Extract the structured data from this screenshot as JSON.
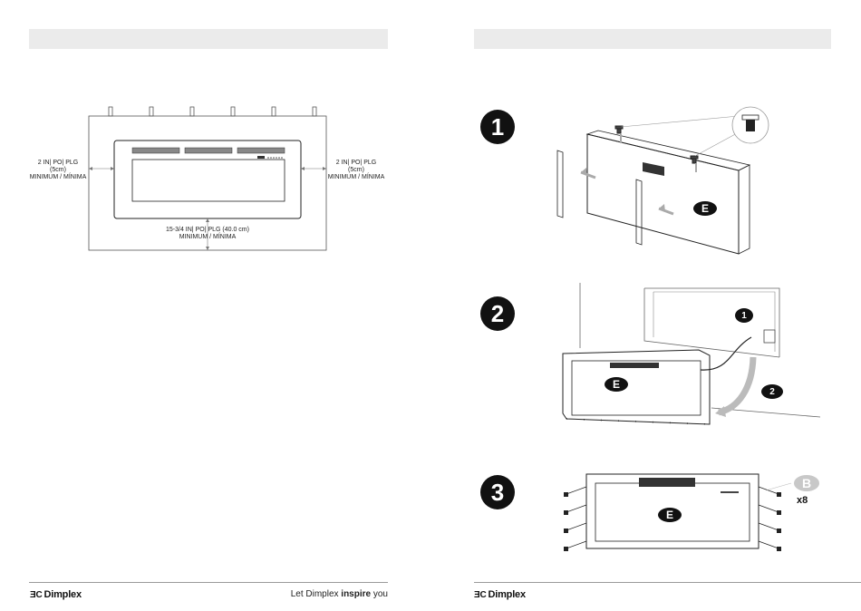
{
  "left_page": {
    "clearance": {
      "left": {
        "line1": "2 IN| PO| PLG",
        "line2": "(5cm)",
        "line3": "MINIMUM / MÍNIMA"
      },
      "right": {
        "line1": "2 IN| PO| PLG",
        "line2": "(5cm)",
        "line3": "MINIMUM / MÍNIMA"
      },
      "bottom": {
        "line1": "15-3/4 IN| PO| PLG (40.0 cm)",
        "line2": "MINIMUM / MÍNIMA"
      }
    },
    "footer": {
      "brand_mark": "ƎC",
      "brand_name": "Dimplex",
      "tagline_pre": "Let Dimplex ",
      "tagline_bold": "inspire",
      "tagline_post": " you"
    }
  },
  "right_page": {
    "steps": [
      {
        "number": "1",
        "part_label": "E"
      },
      {
        "number": "2",
        "part_label": "E",
        "sub_steps": [
          "1",
          "2"
        ]
      },
      {
        "number": "3",
        "part_label": "E",
        "hardware_label": "B",
        "hardware_qty": "x8"
      }
    ],
    "footer": {
      "brand_mark": "ƎC",
      "brand_name": "Dimplex"
    }
  }
}
